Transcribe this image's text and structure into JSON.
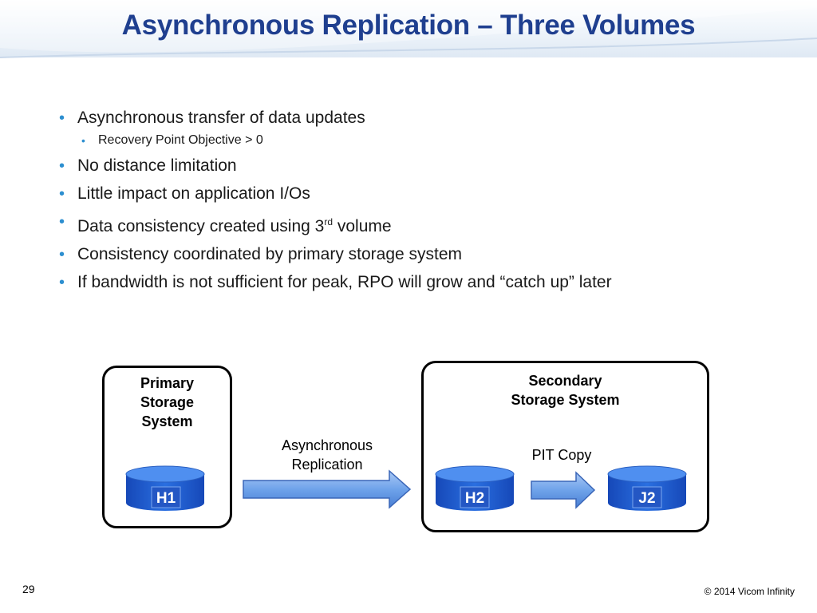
{
  "slide": {
    "title": "Asynchronous Replication – Three Volumes",
    "bullets": {
      "b1": "Asynchronous transfer of data updates",
      "b1_sub": "Recovery Point Objective > 0",
      "b2": "No distance limitation",
      "b3": "Little impact on application I/Os",
      "b4_pre": "Data consistency created using 3",
      "b4_sup": "rd",
      "b4_post": " volume",
      "b5": "Consistency coordinated by primary storage system",
      "b6": "If bandwidth is not sufficient for peak, RPO will grow and “catch up” later"
    },
    "page_number": "29",
    "copyright": "© 2014 Vicom Infinity"
  },
  "diagram": {
    "primary_label_line1": "Primary",
    "primary_label_line2": "Storage",
    "primary_label_line3": "System",
    "secondary_label_line1": "Secondary",
    "secondary_label_line2": "Storage System",
    "async_label_line1": "Asynchronous",
    "async_label_line2": "Replication",
    "pit_label": "PIT Copy",
    "volumes": {
      "h1": "H1",
      "h2": "H2",
      "j2": "J2"
    }
  },
  "colors": {
    "title": "#1f3f8f",
    "bullet": "#2d8fd0",
    "volume_fill": "#1f5fd0",
    "volume_top": "#4f8ff0",
    "arrow_fill": "#6fa3ea",
    "arrow_edge": "#3a66b8"
  }
}
